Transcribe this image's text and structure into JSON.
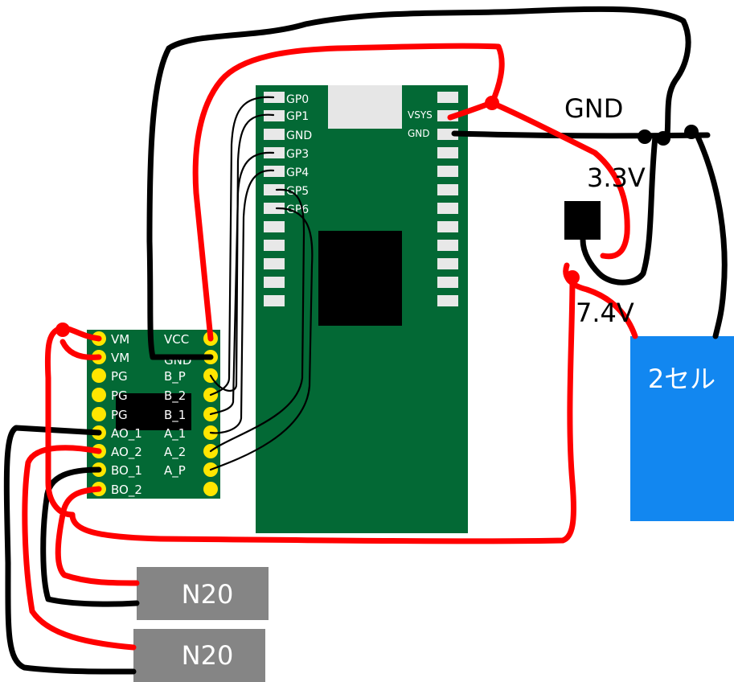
{
  "pico": {
    "left_pins": [
      "GP0",
      "GP1",
      "GND",
      "GP3",
      "GP4",
      "GP5",
      "GP6"
    ],
    "right_pins": [
      "VSYS",
      "GND"
    ]
  },
  "driver": {
    "left_pins": [
      "VM",
      "VM",
      "PG",
      "PG",
      "PG",
      "AO_1",
      "AO_2",
      "BO_1",
      "BO_2"
    ],
    "right_pins": [
      "VCC",
      "GND",
      "B_P",
      "B_2",
      "B_1",
      "A_1",
      "A_2",
      "A_P"
    ]
  },
  "labels": {
    "gnd": "GND",
    "v33": "3.3V",
    "v74": "7.4V"
  },
  "battery": {
    "label": "2セル"
  },
  "motors": [
    {
      "label": "N20"
    },
    {
      "label": "N20"
    }
  ],
  "colors": {
    "board_green": "#036935",
    "pin_yellow": "#ffe600",
    "pad_gray": "#e8e8e8",
    "wire_red": "#ff0000",
    "wire_black": "#000000",
    "battery_blue": "#1287f0",
    "motor_gray": "#858585"
  }
}
